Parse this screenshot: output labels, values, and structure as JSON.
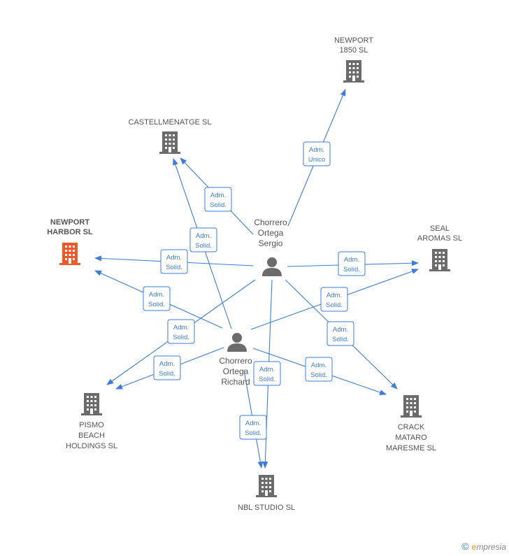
{
  "colors": {
    "edge": "#3b7dd8",
    "building": "#6b6b6b",
    "highlight": "#f0582a"
  },
  "companies": [
    {
      "id": "newport1850",
      "lines": [
        "NEWPORT",
        "1850  SL"
      ],
      "highlight": false
    },
    {
      "id": "castellmenatge",
      "lines": [
        "CASTELLMENATGE SL"
      ],
      "highlight": false
    },
    {
      "id": "newportharbor",
      "lines": [
        "NEWPORT",
        "HARBOR  SL"
      ],
      "highlight": true
    },
    {
      "id": "sealaromas",
      "lines": [
        "SEAL",
        "AROMAS SL"
      ],
      "highlight": false
    },
    {
      "id": "pismo",
      "lines": [
        "PISMO",
        "BEACH",
        "HOLDINGS  SL"
      ],
      "highlight": false
    },
    {
      "id": "crack",
      "lines": [
        "CRACK",
        "MATARO",
        "MARESME SL"
      ],
      "highlight": false
    },
    {
      "id": "nbl",
      "lines": [
        "NBL STUDIO  SL"
      ],
      "highlight": false
    }
  ],
  "persons": [
    {
      "id": "sergio",
      "lines": [
        "Chorrero",
        "Ortega",
        "Sergio"
      ]
    },
    {
      "id": "richard",
      "lines": [
        "Chorrero",
        "Ortega",
        "Richard"
      ]
    }
  ],
  "edges": [
    {
      "from": "sergio",
      "to": "newport1850",
      "role": [
        "Adm.",
        "Unico"
      ]
    },
    {
      "from": "sergio",
      "to": "castellmenatge",
      "role": [
        "Adm.",
        "Solid."
      ]
    },
    {
      "from": "sergio",
      "to": "newportharbor",
      "role": [
        "Adm.",
        "Solid."
      ]
    },
    {
      "from": "sergio",
      "to": "sealaromas",
      "role": [
        "Adm.",
        "Solid."
      ]
    },
    {
      "from": "sergio",
      "to": "pismo",
      "role": [
        "Adm.",
        "Solid."
      ]
    },
    {
      "from": "sergio",
      "to": "crack",
      "role": [
        "Adm.",
        "Solid."
      ]
    },
    {
      "from": "sergio",
      "to": "nbl",
      "role": [
        "Adm.",
        "Solid."
      ]
    },
    {
      "from": "richard",
      "to": "castellmenatge",
      "role": [
        "Adm.",
        "Solid."
      ]
    },
    {
      "from": "richard",
      "to": "newportharbor",
      "role": [
        "Adm.",
        "Solid."
      ]
    },
    {
      "from": "richard",
      "to": "sealaromas",
      "role": [
        "Adm.",
        "Solid."
      ]
    },
    {
      "from": "richard",
      "to": "pismo",
      "role": [
        "Adm.",
        "Solid."
      ]
    },
    {
      "from": "richard",
      "to": "crack",
      "role": [
        "Adm.",
        "Solid."
      ]
    },
    {
      "from": "richard",
      "to": "nbl",
      "role": [
        "Adm.",
        "Solid."
      ]
    }
  ],
  "footer": {
    "copyright": "©",
    "brand_e": "e",
    "brand_rest": "mpresia"
  }
}
